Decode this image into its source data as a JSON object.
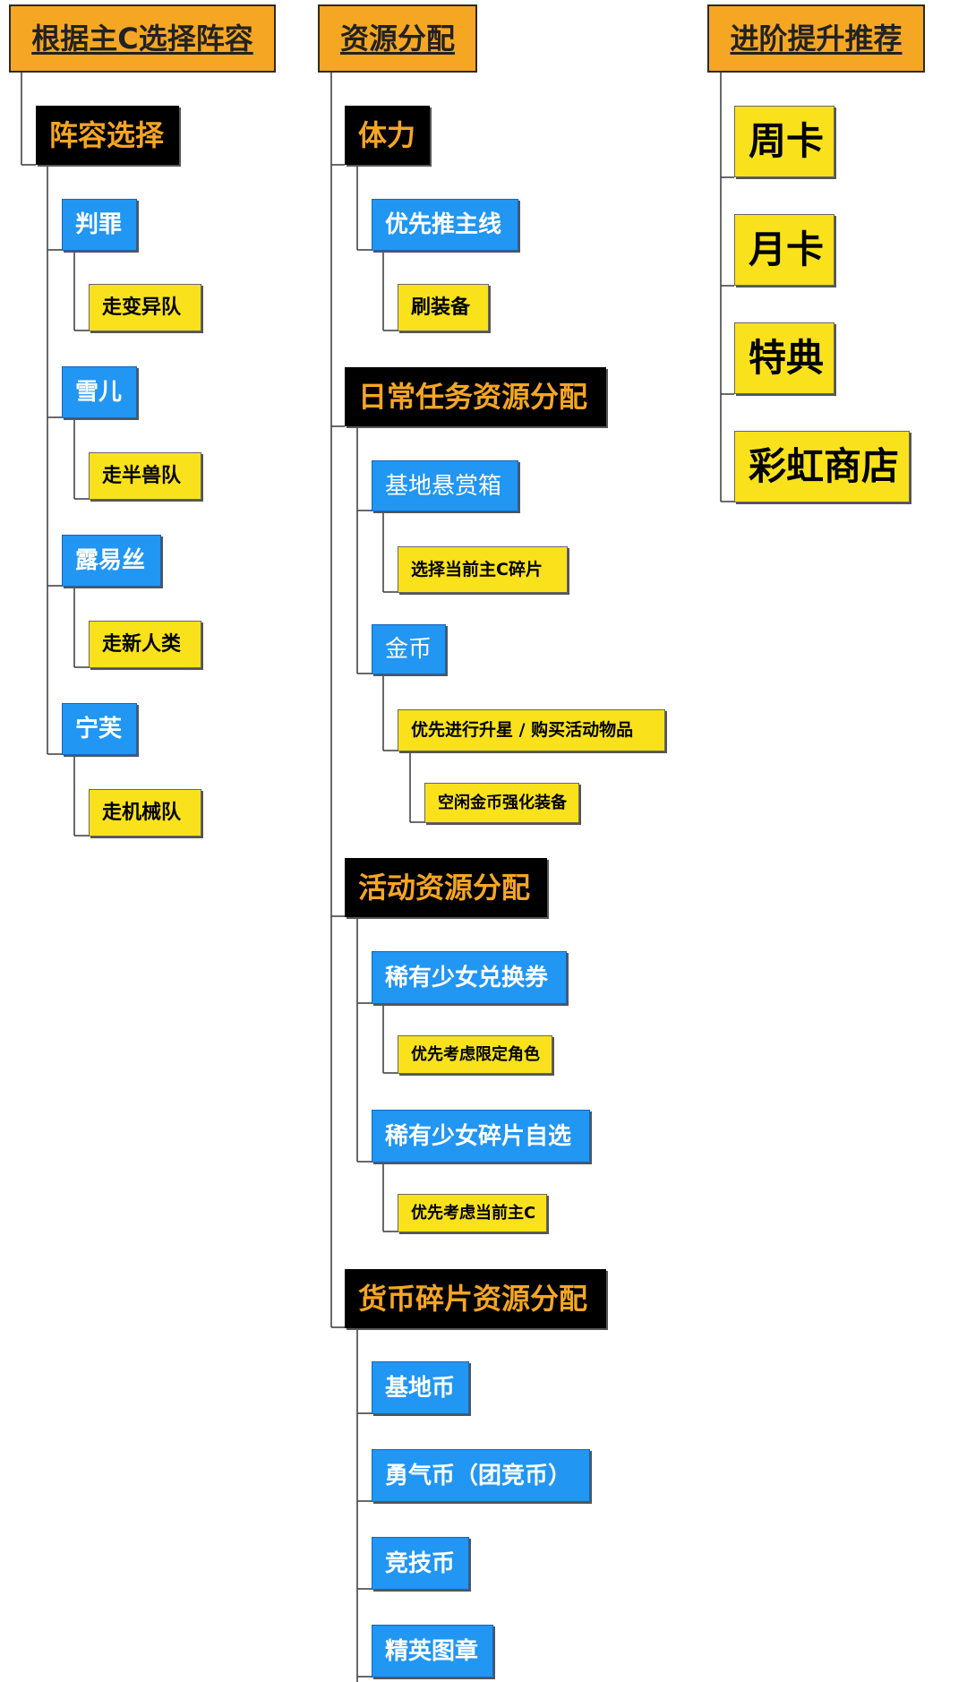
{
  "roots": {
    "lineup": "根据主C选择阵容",
    "resources": "资源分配",
    "advance": "进阶提升推荐"
  },
  "lineup": {
    "category": "阵容选择",
    "heroes": [
      {
        "name": "判罪",
        "team": "走变异队"
      },
      {
        "name": "雪儿",
        "team": "走半兽队"
      },
      {
        "name": "露易丝",
        "team": "走新人类"
      },
      {
        "name": "宁芙",
        "team": "走机械队"
      }
    ]
  },
  "resources": {
    "stamina": {
      "title": "体力",
      "item": "优先推主线",
      "sub": "刷装备"
    },
    "daily": {
      "title": "日常任务资源分配",
      "bounty": "基地悬赏箱",
      "bounty_note": "选择当前主C碎片",
      "gold": "金币",
      "gold_note": "优先进行升星 / 购买活动物品",
      "gold_note2": "空闲金币强化装备"
    },
    "event": {
      "title": "活动资源分配",
      "voucher": "稀有少女兑换券",
      "voucher_note": "优先考虑限定角色",
      "shard": "稀有少女碎片自选",
      "shard_note": "优先考虑当前主C"
    },
    "currency": {
      "title": "货币碎片资源分配",
      "items": [
        "基地币",
        "勇气币（团竞币）",
        "竞技币",
        "精英图章"
      ]
    }
  },
  "advance": {
    "items": [
      "周卡",
      "月卡",
      "特典",
      "彩虹商店"
    ]
  },
  "colors": {
    "root_bg": "#f5a623",
    "category_bg": "#000000",
    "category_text": "#f5a623",
    "sub_bg": "#2196f3",
    "leaf_bg": "#f9e21c"
  }
}
